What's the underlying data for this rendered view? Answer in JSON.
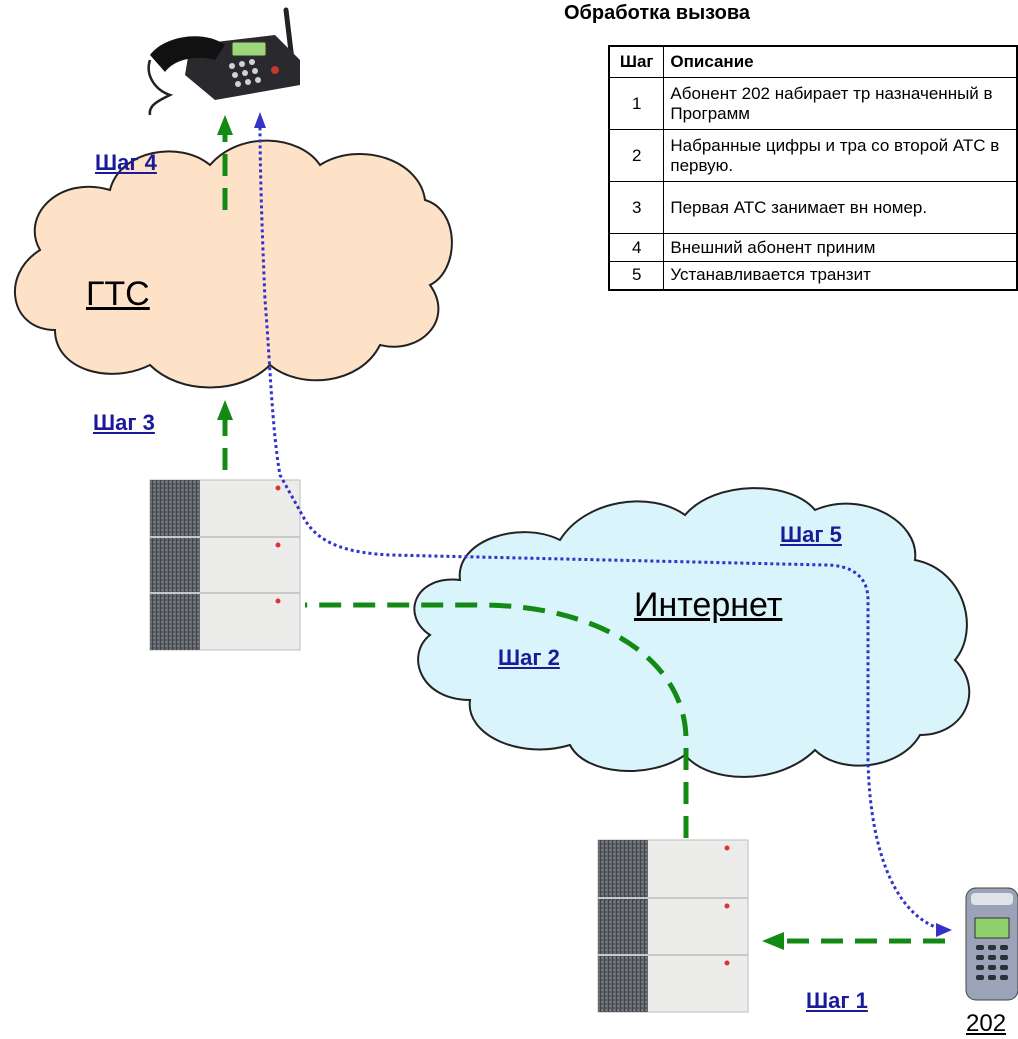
{
  "table": {
    "title": "Обработка вызова",
    "headers": {
      "step": "Шаг",
      "description": "Описание"
    },
    "rows": [
      {
        "step": "1",
        "description": "Абонент 202 набирает тр назначенный в Программ"
      },
      {
        "step": "2",
        "description": "Набранные цифры и тра со второй АТС в первую."
      },
      {
        "step": "3",
        "description": "Первая АТС занимает вн номер."
      },
      {
        "step": "4",
        "description": "Внешний абонент приним"
      },
      {
        "step": "5",
        "description": "Устанавливается транзит"
      }
    ]
  },
  "clouds": {
    "pstn": "ГТС",
    "internet": "Интернет"
  },
  "steps": {
    "step1": "Шаг 1",
    "step2": "Шаг 2",
    "step3": "Шаг 3",
    "step4": "Шаг 4",
    "step5": "Шаг 5"
  },
  "extension": "202",
  "colors": {
    "step_path": "#138a13",
    "voice_path": "#3333cc",
    "pstn_cloud": "#fde2c8",
    "internet_cloud": "#d9f4fb"
  }
}
